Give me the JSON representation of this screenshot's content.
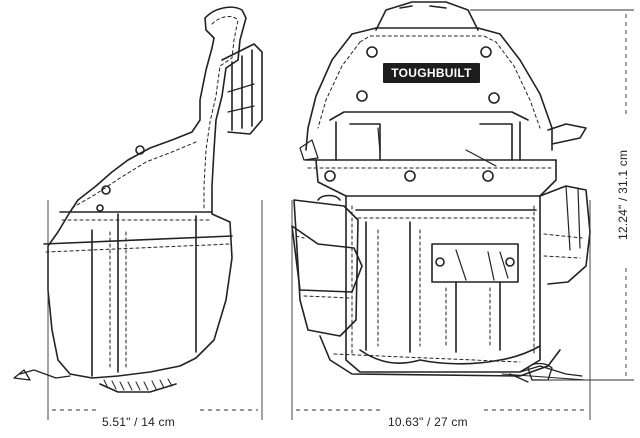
{
  "brand": "TOUGHBUILT",
  "dimensions": {
    "side_width": "5.51\"  /  14 cm",
    "front_width": "10.63\"  /  27 cm",
    "height": "12.24\"  /  31.1 cm"
  },
  "colors": {
    "line": "#222222",
    "plate": "#1d1d1d",
    "plate_text": "#ffffff"
  }
}
